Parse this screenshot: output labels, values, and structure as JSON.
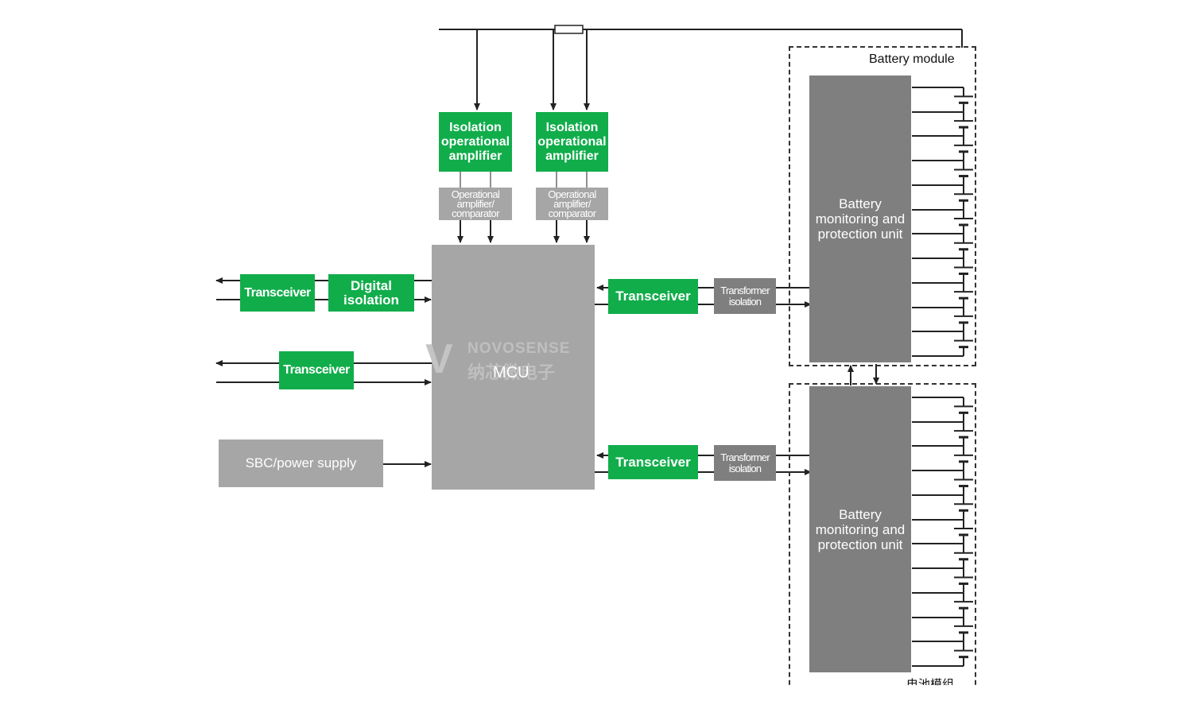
{
  "iso_amp_1": "Isolation\noperational\namplifier",
  "iso_amp_2": "Isolation\noperational\namplifier",
  "opamp_1": "Operational\namplifier/\ncomparator",
  "opamp_2": "Operational\namplifier/\ncomparator",
  "mcu": "MCU",
  "transceiver_1": "Transceiver",
  "digital_isolation": "Digital\nisolation",
  "transceiver_2": "Transceiver",
  "sbc": "SBC/power supply",
  "transceiver_3": "Transceiver",
  "transceiver_4": "Transceiver",
  "transformer_1": "Transformer\nisolation",
  "transformer_2": "Transformer\nisolation",
  "battery_module_label": "Battery module",
  "bmu_1": "Battery\nmonitoring and\nprotection unit",
  "bmu_2": "Battery\nmonitoring and\nprotection unit",
  "bottom_label": "电池模组",
  "watermark": {
    "brand": "NOVOSENSE",
    "brand_cn": "纳芯微电子"
  },
  "colors": {
    "green": "#11ad4b",
    "light_gray": "#a6a6a6",
    "dark_gray": "#7f7f7f",
    "line": "#222222"
  }
}
